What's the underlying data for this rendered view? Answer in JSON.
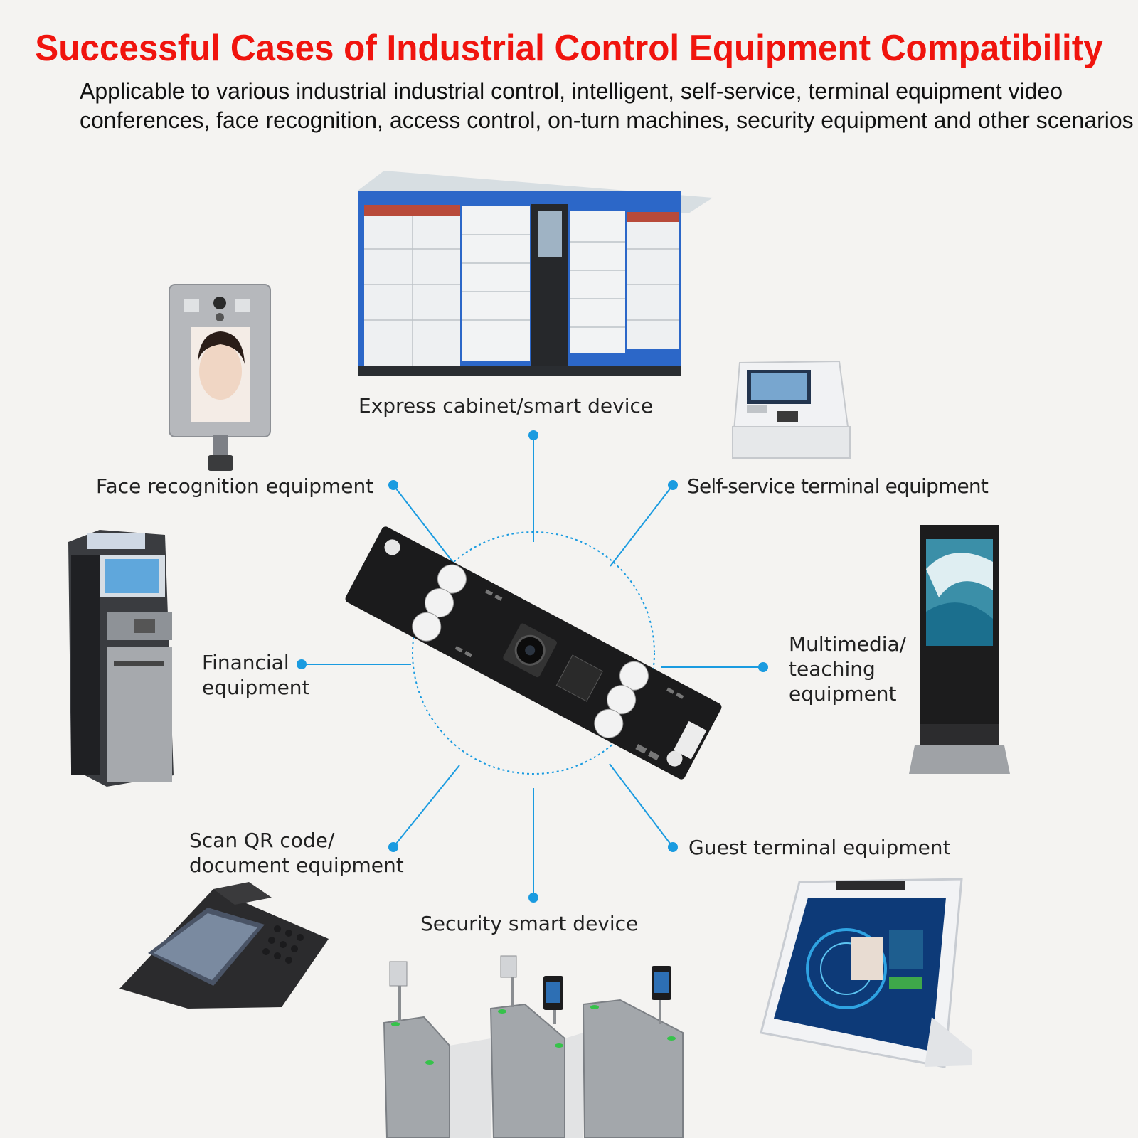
{
  "title": "Successful Cases of Industrial Control Equipment Compatibility",
  "subtitle": {
    "line1": "Applicable to various industrial industrial control, intelligent, self-service, terminal equipment video",
    "line2": "conferences, face recognition, access control, on-turn machines, security equipment and other scenarios"
  },
  "labels": {
    "express": "Express cabinet/smart device",
    "face": "Face recognition equipment",
    "self_service": "Self-service terminal equipment",
    "financial_1": "Financial",
    "financial_2": "equipment",
    "multimedia_1": "Multimedia/",
    "multimedia_2": "teaching",
    "multimedia_3": "equipment",
    "scan_1": "Scan QR code/",
    "scan_2": "document equipment",
    "guest": "Guest terminal equipment",
    "security": "Security smart device"
  },
  "colors": {
    "title": "#f0140e",
    "connector": "#1a9be0",
    "background": "#f4f3f1"
  }
}
